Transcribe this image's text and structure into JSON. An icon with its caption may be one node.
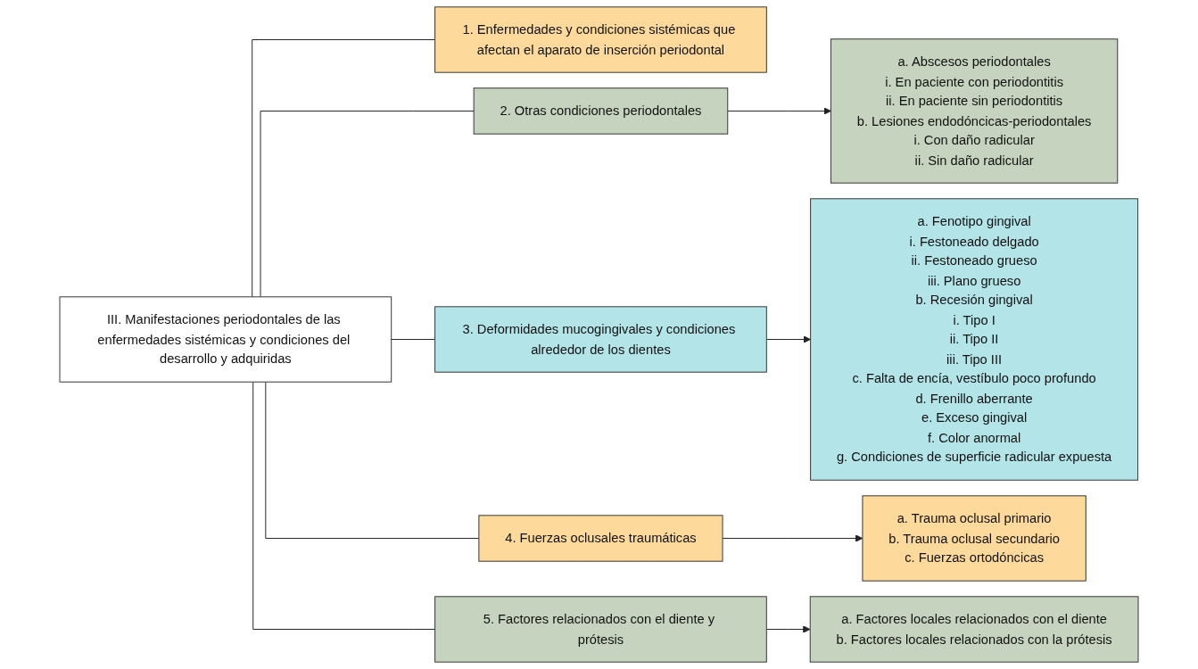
{
  "diagram": {
    "nodes": [
      {
        "text": [
          "III. Manifestaciones periodontales de las enfermedades sistémicas y condiciones del desarrollo y adquiridas"
        ]
      },
      {
        "text": [
          "1. Enfermedades y condiciones sistémicas que afectan el aparato de inserción periodontal"
        ]
      },
      {
        "text": [
          "2. Otras condiciones periodontales"
        ]
      },
      {
        "text": [
          "3. Deformidades mucogingivales y condiciones alrededor de los dientes"
        ]
      },
      {
        "text": [
          "4. Fuerzas oclusales traumáticas"
        ]
      },
      {
        "text": [
          "5. Factores relacionados con el diente y prótesis"
        ]
      },
      {
        "text": [
          "a. Abscesos periodontales",
          "i. En paciente con periodontitis",
          "ii. En paciente sin periodontitis",
          "b. Lesiones endodóncicas-periodontales",
          "i. Con daño radicular",
          "ii. Sin daño radicular"
        ]
      },
      {
        "text": [
          "a. Fenotipo gingival",
          "i. Festoneado delgado",
          "ii. Festoneado grueso",
          "iii. Plano grueso",
          "b. Recesión gingival",
          "i. Tipo I",
          "ii. Tipo II",
          "iii. Tipo III",
          "c. Falta de encía, vestíbulo poco profundo",
          "d. Frenillo aberrante",
          "e. Exceso gingival",
          "f. Color anormal",
          "g. Condiciones de superficie radicular expuesta"
        ]
      },
      {
        "text": [
          "a. Trauma oclusal primario",
          "b. Trauma oclusal secundario",
          "c. Fuerzas ortodóncicas"
        ]
      },
      {
        "text": [
          "a. Factores locales relacionados con el diente",
          "b. Factores locales relacionados con la prótesis"
        ]
      }
    ],
    "edges": [
      {
        "from": 0,
        "to": 1,
        "arrow": "none"
      },
      {
        "from": 0,
        "to": 2,
        "arrow": "none"
      },
      {
        "from": 0,
        "to": 3,
        "arrow": "none"
      },
      {
        "from": 0,
        "to": 4,
        "arrow": "none"
      },
      {
        "from": 0,
        "to": 5,
        "arrow": "none"
      },
      {
        "from": 2,
        "to": 6,
        "arrow": "to"
      },
      {
        "from": 3,
        "to": 7,
        "arrow": "to"
      },
      {
        "from": 4,
        "to": 8,
        "arrow": "to"
      },
      {
        "from": 5,
        "to": 9,
        "arrow": "to"
      }
    ]
  }
}
